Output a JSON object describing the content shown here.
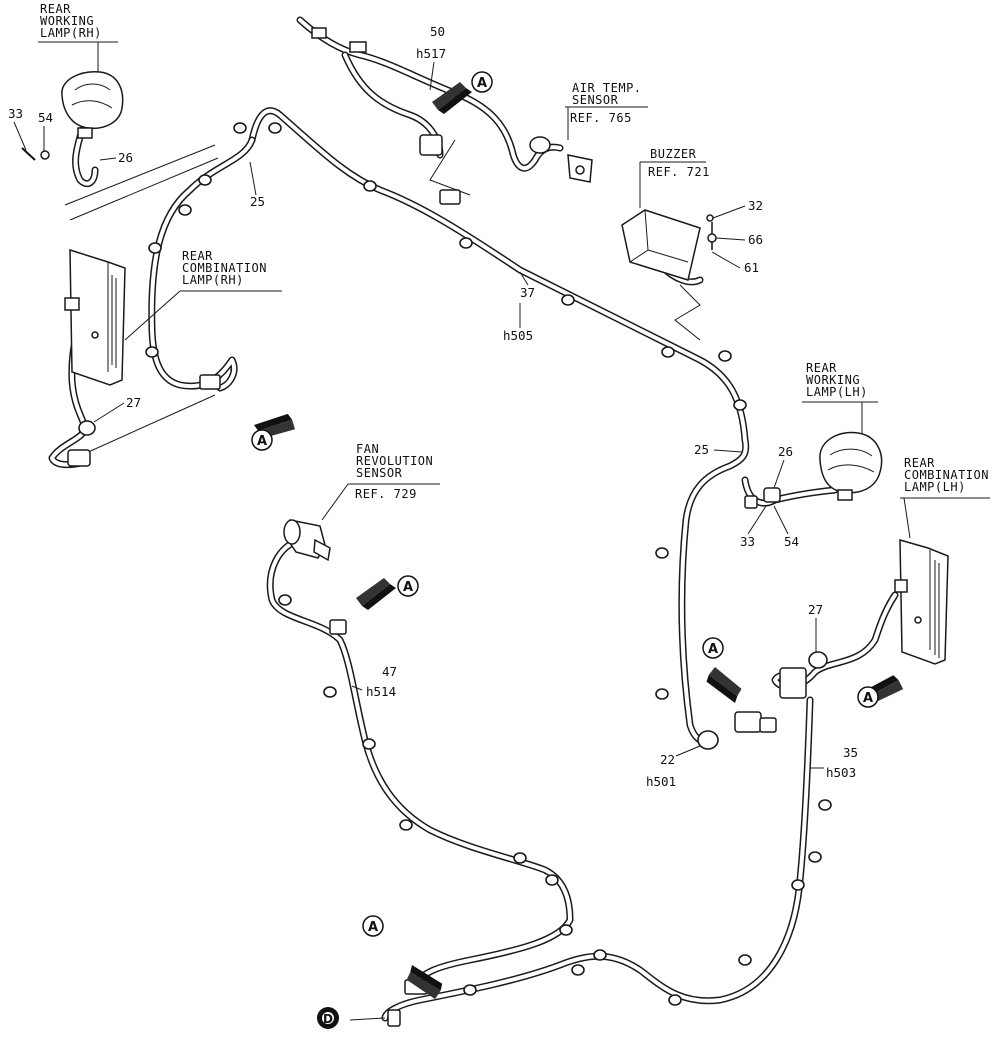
{
  "parts": {
    "rear_working_lamp_rh": "REAR\nWORKING\nLAMP(RH)",
    "rear_combination_lamp_rh": "REAR\nCOMBINATION\nLAMP(RH)",
    "air_temp_sensor": "AIR TEMP.\nSENSOR",
    "air_temp_sensor_ref": "REF. 765",
    "buzzer": "BUZZER",
    "buzzer_ref": "REF. 721",
    "fan_revolution_sensor": "FAN\nREVOLUTION\nSENSOR",
    "fan_revolution_sensor_ref": "REF. 729",
    "rear_working_lamp_lh": "REAR\nWORKING\nLAMP(LH)",
    "rear_combination_lamp_lh": "REAR\nCOMBINATION\nLAMP(LH)"
  },
  "numbers": {
    "n33_rh": "33",
    "n54_rh": "54",
    "n26_rh": "26",
    "n25_rh": "25",
    "n27_rh": "27",
    "n50": "50",
    "h517": "h517",
    "n37": "37",
    "h505": "h505",
    "n32": "32",
    "n66": "66",
    "n61": "61",
    "n25_lh": "25",
    "n26_lh": "26",
    "n33_lh": "33",
    "n54_lh": "54",
    "n27_lh": "27",
    "n47": "47",
    "h514": "h514",
    "n22": "22",
    "h501": "h501",
    "n35": "35",
    "h503": "h503"
  },
  "callouts": {
    "a": "A",
    "d": "D"
  }
}
